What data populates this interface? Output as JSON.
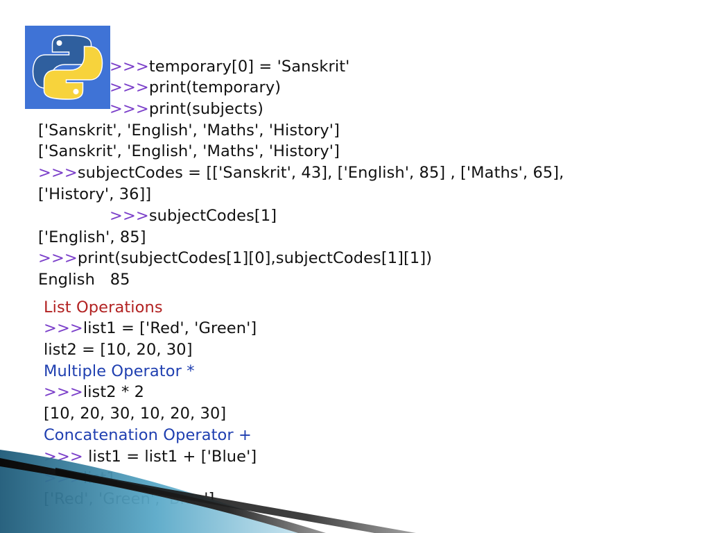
{
  "prompt": ">>>",
  "lines": [
    {
      "text": "temporary[0] = 'Sanskrit'",
      "prompt": true
    },
    {
      "text": "print(temporary)",
      "prompt": true
    },
    {
      "text": "print(subjects)",
      "prompt": true
    },
    {
      "text": "['Sanskrit', 'English', 'Maths', 'History']",
      "prompt": false
    },
    {
      "text": "['Sanskrit', 'English', 'Maths', 'History']",
      "prompt": false
    },
    {
      "text": "subjectCodes = [['Sanskrit', 43], ['English', 85] , ['Maths', 65],",
      "prompt": true
    },
    {
      "text": "['History', 36]]",
      "prompt": false
    },
    {
      "text": "subjectCodes[1]",
      "prompt": true
    },
    {
      "text": "['English', 85]",
      "prompt": false
    },
    {
      "text": "print(subjectCodes[1][0],subjectCodes[1][1])",
      "prompt": true
    },
    {
      "text": "English   85",
      "prompt": false
    }
  ],
  "section": {
    "heading": "List Operations",
    "lines": [
      {
        "text": "list1 = ['Red', 'Green']",
        "prompt": true
      },
      {
        "text": "list2 = [10, 20, 30]",
        "prompt": false
      },
      {
        "text": "Multiple Operator *",
        "style": "heading-blue"
      },
      {
        "text": "list2 * 2",
        "prompt": true
      },
      {
        "text": "[10, 20, 30, 10, 20, 30]",
        "prompt": false
      },
      {
        "text": "Concatenation Operator +",
        "style": "heading-blue"
      },
      {
        "text": " list1 = list1 + ['Blue']",
        "prompt": true
      },
      {
        "text": "list1",
        "prompt": true
      },
      {
        "text": "['Red', 'Green', 'Blue']",
        "prompt": false
      }
    ]
  },
  "colors": {
    "prompt": "#7a3ec9",
    "heading_red": "#b22222",
    "heading_blue": "#1f3fb0",
    "logo_bg": "#3a6fd8",
    "python_blue": "#3776ab",
    "python_yellow": "#ffd43b"
  }
}
